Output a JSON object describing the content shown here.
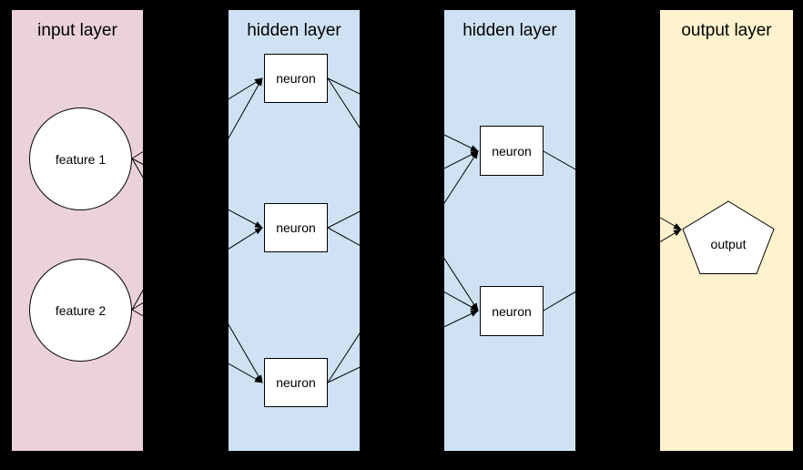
{
  "diagram": {
    "type": "neural-network-diagram",
    "colors": {
      "background": "#000000",
      "input_layer_fill": "#ead1dc",
      "hidden_layer_fill": "#cfe2f3",
      "output_layer_fill": "#fff2cc",
      "node_fill": "#ffffff",
      "node_stroke": "#000000",
      "edge_color": "#000000",
      "text_color": "#000000"
    },
    "layers": [
      {
        "title": "input layer"
      },
      {
        "title": "hidden layer"
      },
      {
        "title": "hidden layer"
      },
      {
        "title": "output layer"
      }
    ],
    "nodes": {
      "feature1": {
        "label": "feature 1",
        "shape": "circle"
      },
      "feature2": {
        "label": "feature 2",
        "shape": "circle"
      },
      "h1n1": {
        "label": "neuron",
        "shape": "rectangle"
      },
      "h1n2": {
        "label": "neuron",
        "shape": "rectangle"
      },
      "h1n3": {
        "label": "neuron",
        "shape": "rectangle"
      },
      "h2n1": {
        "label": "neuron",
        "shape": "rectangle"
      },
      "h2n2": {
        "label": "neuron",
        "shape": "rectangle"
      },
      "output": {
        "label": "output",
        "shape": "pentagon"
      }
    },
    "edges": [
      [
        "feature1",
        "h1n1"
      ],
      [
        "feature1",
        "h1n2"
      ],
      [
        "feature1",
        "h1n3"
      ],
      [
        "feature2",
        "h1n1"
      ],
      [
        "feature2",
        "h1n2"
      ],
      [
        "feature2",
        "h1n3"
      ],
      [
        "h1n1",
        "h2n1"
      ],
      [
        "h1n1",
        "h2n2"
      ],
      [
        "h1n2",
        "h2n1"
      ],
      [
        "h1n2",
        "h2n2"
      ],
      [
        "h1n3",
        "h2n1"
      ],
      [
        "h1n3",
        "h2n2"
      ],
      [
        "h2n1",
        "output"
      ],
      [
        "h2n2",
        "output"
      ]
    ]
  }
}
